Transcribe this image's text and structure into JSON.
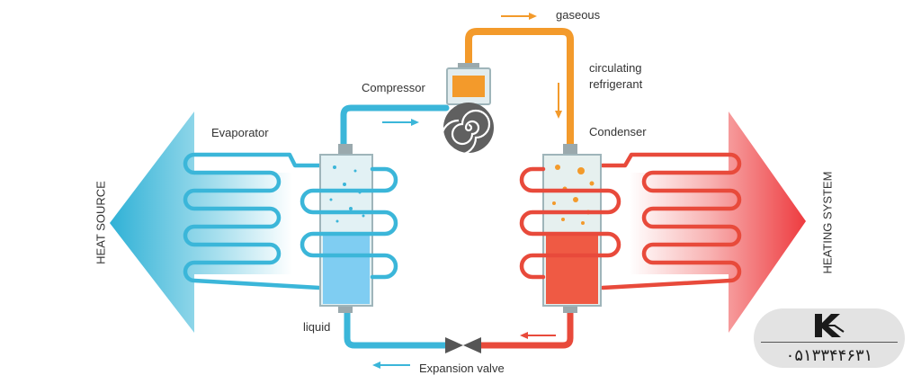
{
  "labels": {
    "gaseous": "gaseous",
    "circulating": "circulating",
    "refrigerant": "refrigerant",
    "compressor": "Compressor",
    "evaporator": "Evaporator",
    "condenser": "Condenser",
    "liquid": "liquid",
    "expansion_valve": "Expansion valve",
    "heat_source": "HEAT SOURCE",
    "heating_system": "HEATING SYSTEM"
  },
  "logo": {
    "phone": "۰۵۱۳۳۴۴۶۳۱",
    "icon": "k-logo-icon"
  },
  "colors": {
    "cold_pipe": "#3bb6d9",
    "hot_pipe": "#e84a3b",
    "gas_pipe": "#f39a2b",
    "cold_liquid": "#7fcdf2",
    "hot_liquid": "#ef5a44",
    "tank_glass": "#dff0f3",
    "compressor_coil": "#555555"
  }
}
